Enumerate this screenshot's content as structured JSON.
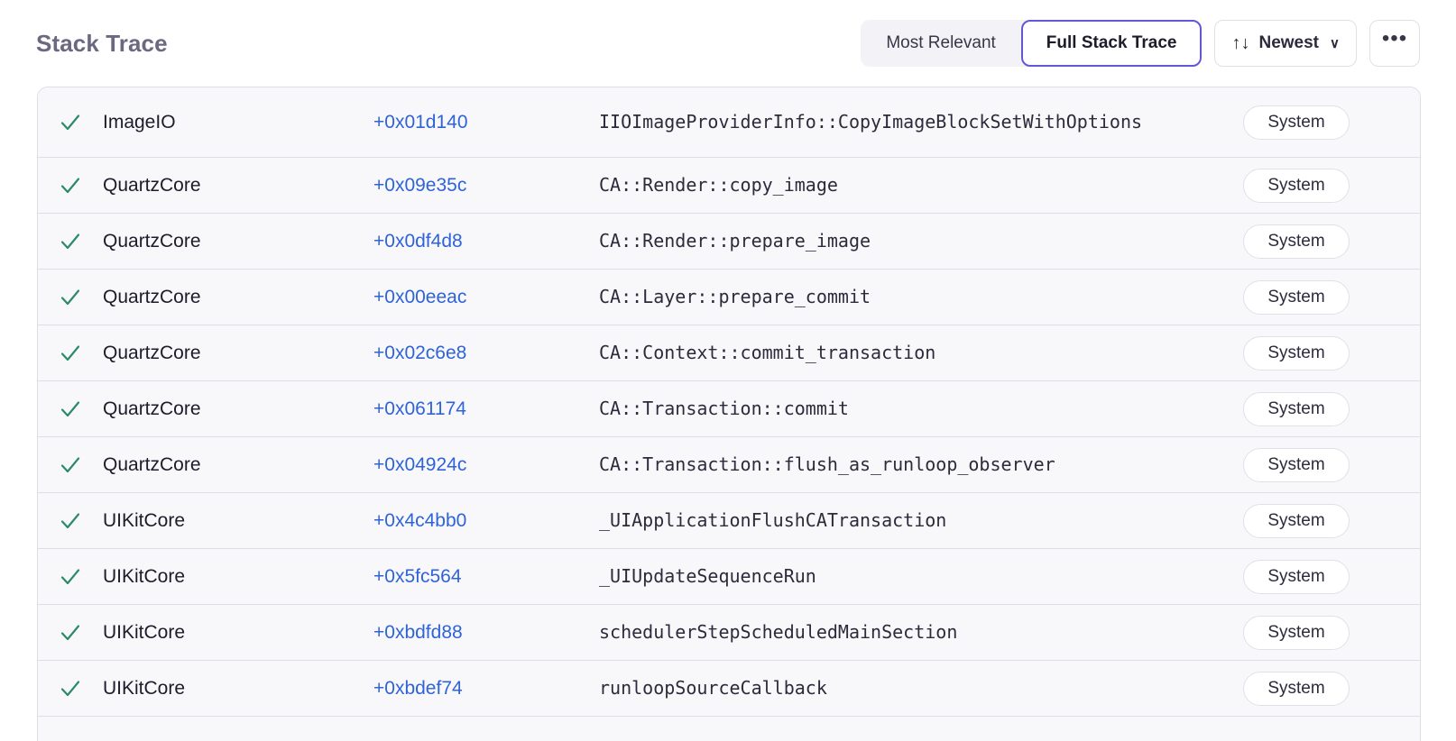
{
  "header": {
    "title": "Stack Trace",
    "segmented": {
      "options": [
        {
          "label": "Most Relevant",
          "active": false
        },
        {
          "label": "Full Stack Trace",
          "active": true
        }
      ]
    },
    "sort_button": {
      "icon": "sort-arrows-icon",
      "glyph": "↑↓",
      "label": "Newest",
      "chevron": "∨"
    },
    "more_button": {
      "icon": "ellipsis-icon",
      "label": "•••"
    },
    "accent_color": "#6257d6",
    "title_color": "#6b6880"
  },
  "table": {
    "columns": [
      "status",
      "binary",
      "offset",
      "symbol",
      "tag"
    ],
    "rows": [
      {
        "status_icon": "checkmark-icon",
        "binary": "ImageIO",
        "offset": "+0x01d140",
        "symbol": "IIOImageProviderInfo::CopyImageBlockSetWithOptions",
        "tag": "System",
        "tall": true
      },
      {
        "status_icon": "checkmark-icon",
        "binary": "QuartzCore",
        "offset": "+0x09e35c",
        "symbol": "CA::Render::copy_image",
        "tag": "System",
        "tall": false
      },
      {
        "status_icon": "checkmark-icon",
        "binary": "QuartzCore",
        "offset": "+0x0df4d8",
        "symbol": "CA::Render::prepare_image",
        "tag": "System",
        "tall": false
      },
      {
        "status_icon": "checkmark-icon",
        "binary": "QuartzCore",
        "offset": "+0x00eeac",
        "symbol": "CA::Layer::prepare_commit",
        "tag": "System",
        "tall": false
      },
      {
        "status_icon": "checkmark-icon",
        "binary": "QuartzCore",
        "offset": "+0x02c6e8",
        "symbol": "CA::Context::commit_transaction",
        "tag": "System",
        "tall": false
      },
      {
        "status_icon": "checkmark-icon",
        "binary": "QuartzCore",
        "offset": "+0x061174",
        "symbol": "CA::Transaction::commit",
        "tag": "System",
        "tall": false
      },
      {
        "status_icon": "checkmark-icon",
        "binary": "QuartzCore",
        "offset": "+0x04924c",
        "symbol": "CA::Transaction::flush_as_runloop_observer",
        "tag": "System",
        "tall": false
      },
      {
        "status_icon": "checkmark-icon",
        "binary": "UIKitCore",
        "offset": "+0x4c4bb0",
        "symbol": "_UIApplicationFlushCATransaction",
        "tag": "System",
        "tall": false
      },
      {
        "status_icon": "checkmark-icon",
        "binary": "UIKitCore",
        "offset": "+0x5fc564",
        "symbol": "_UIUpdateSequenceRun",
        "tag": "System",
        "tall": false
      },
      {
        "status_icon": "checkmark-icon",
        "binary": "UIKitCore",
        "offset": "+0xbdfd88",
        "symbol": "schedulerStepScheduledMainSection",
        "tag": "System",
        "tall": false
      },
      {
        "status_icon": "checkmark-icon",
        "binary": "UIKitCore",
        "offset": "+0xbdef74",
        "symbol": "runloopSourceCallback",
        "tag": "System",
        "tall": false
      }
    ],
    "offset_color": "#2f63d8",
    "check_color": "#2c8a66",
    "row_background": "#f8f8fb",
    "border_color": "#dedde6"
  }
}
